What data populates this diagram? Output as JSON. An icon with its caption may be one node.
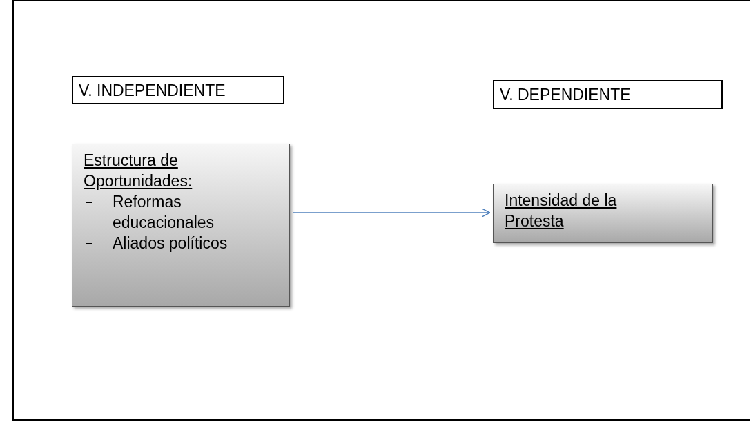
{
  "diagram": {
    "nodes": [
      {
        "text": [
          "V. INDEPENDIENTE"
        ]
      },
      {
        "text": [
          "V. DEPENDIENTE"
        ]
      },
      {
        "text": [
          "Estructura de Oportunidades:",
          "Reformas educacionales",
          "Aliados políticos"
        ]
      },
      {
        "text": [
          "Intensidad de la Protesta"
        ]
      }
    ],
    "edges": [
      {
        "from": 2,
        "to": 3,
        "arrow": "to",
        "color": "#4f81bd"
      }
    ]
  }
}
